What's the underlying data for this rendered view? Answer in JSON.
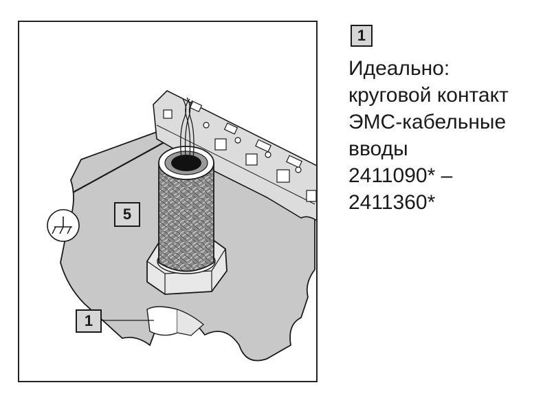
{
  "diagram": {
    "callout_5": "5",
    "callout_1": "1",
    "ground_symbol": "ground-icon"
  },
  "legend": {
    "badge": "1",
    "lines": [
      "Идеально:",
      "круговой контакт",
      "ЭМС-кабельные",
      "вводы"
    ],
    "codes": [
      "2411090* –",
      "2411360*"
    ]
  },
  "colors": {
    "panel_fill": "#c8c8c8",
    "panel_dark": "#a0a0a0",
    "cable_braid": "#7a7a7a",
    "badge_fill": "#d6d6d6",
    "outline": "#1a1a1a"
  }
}
